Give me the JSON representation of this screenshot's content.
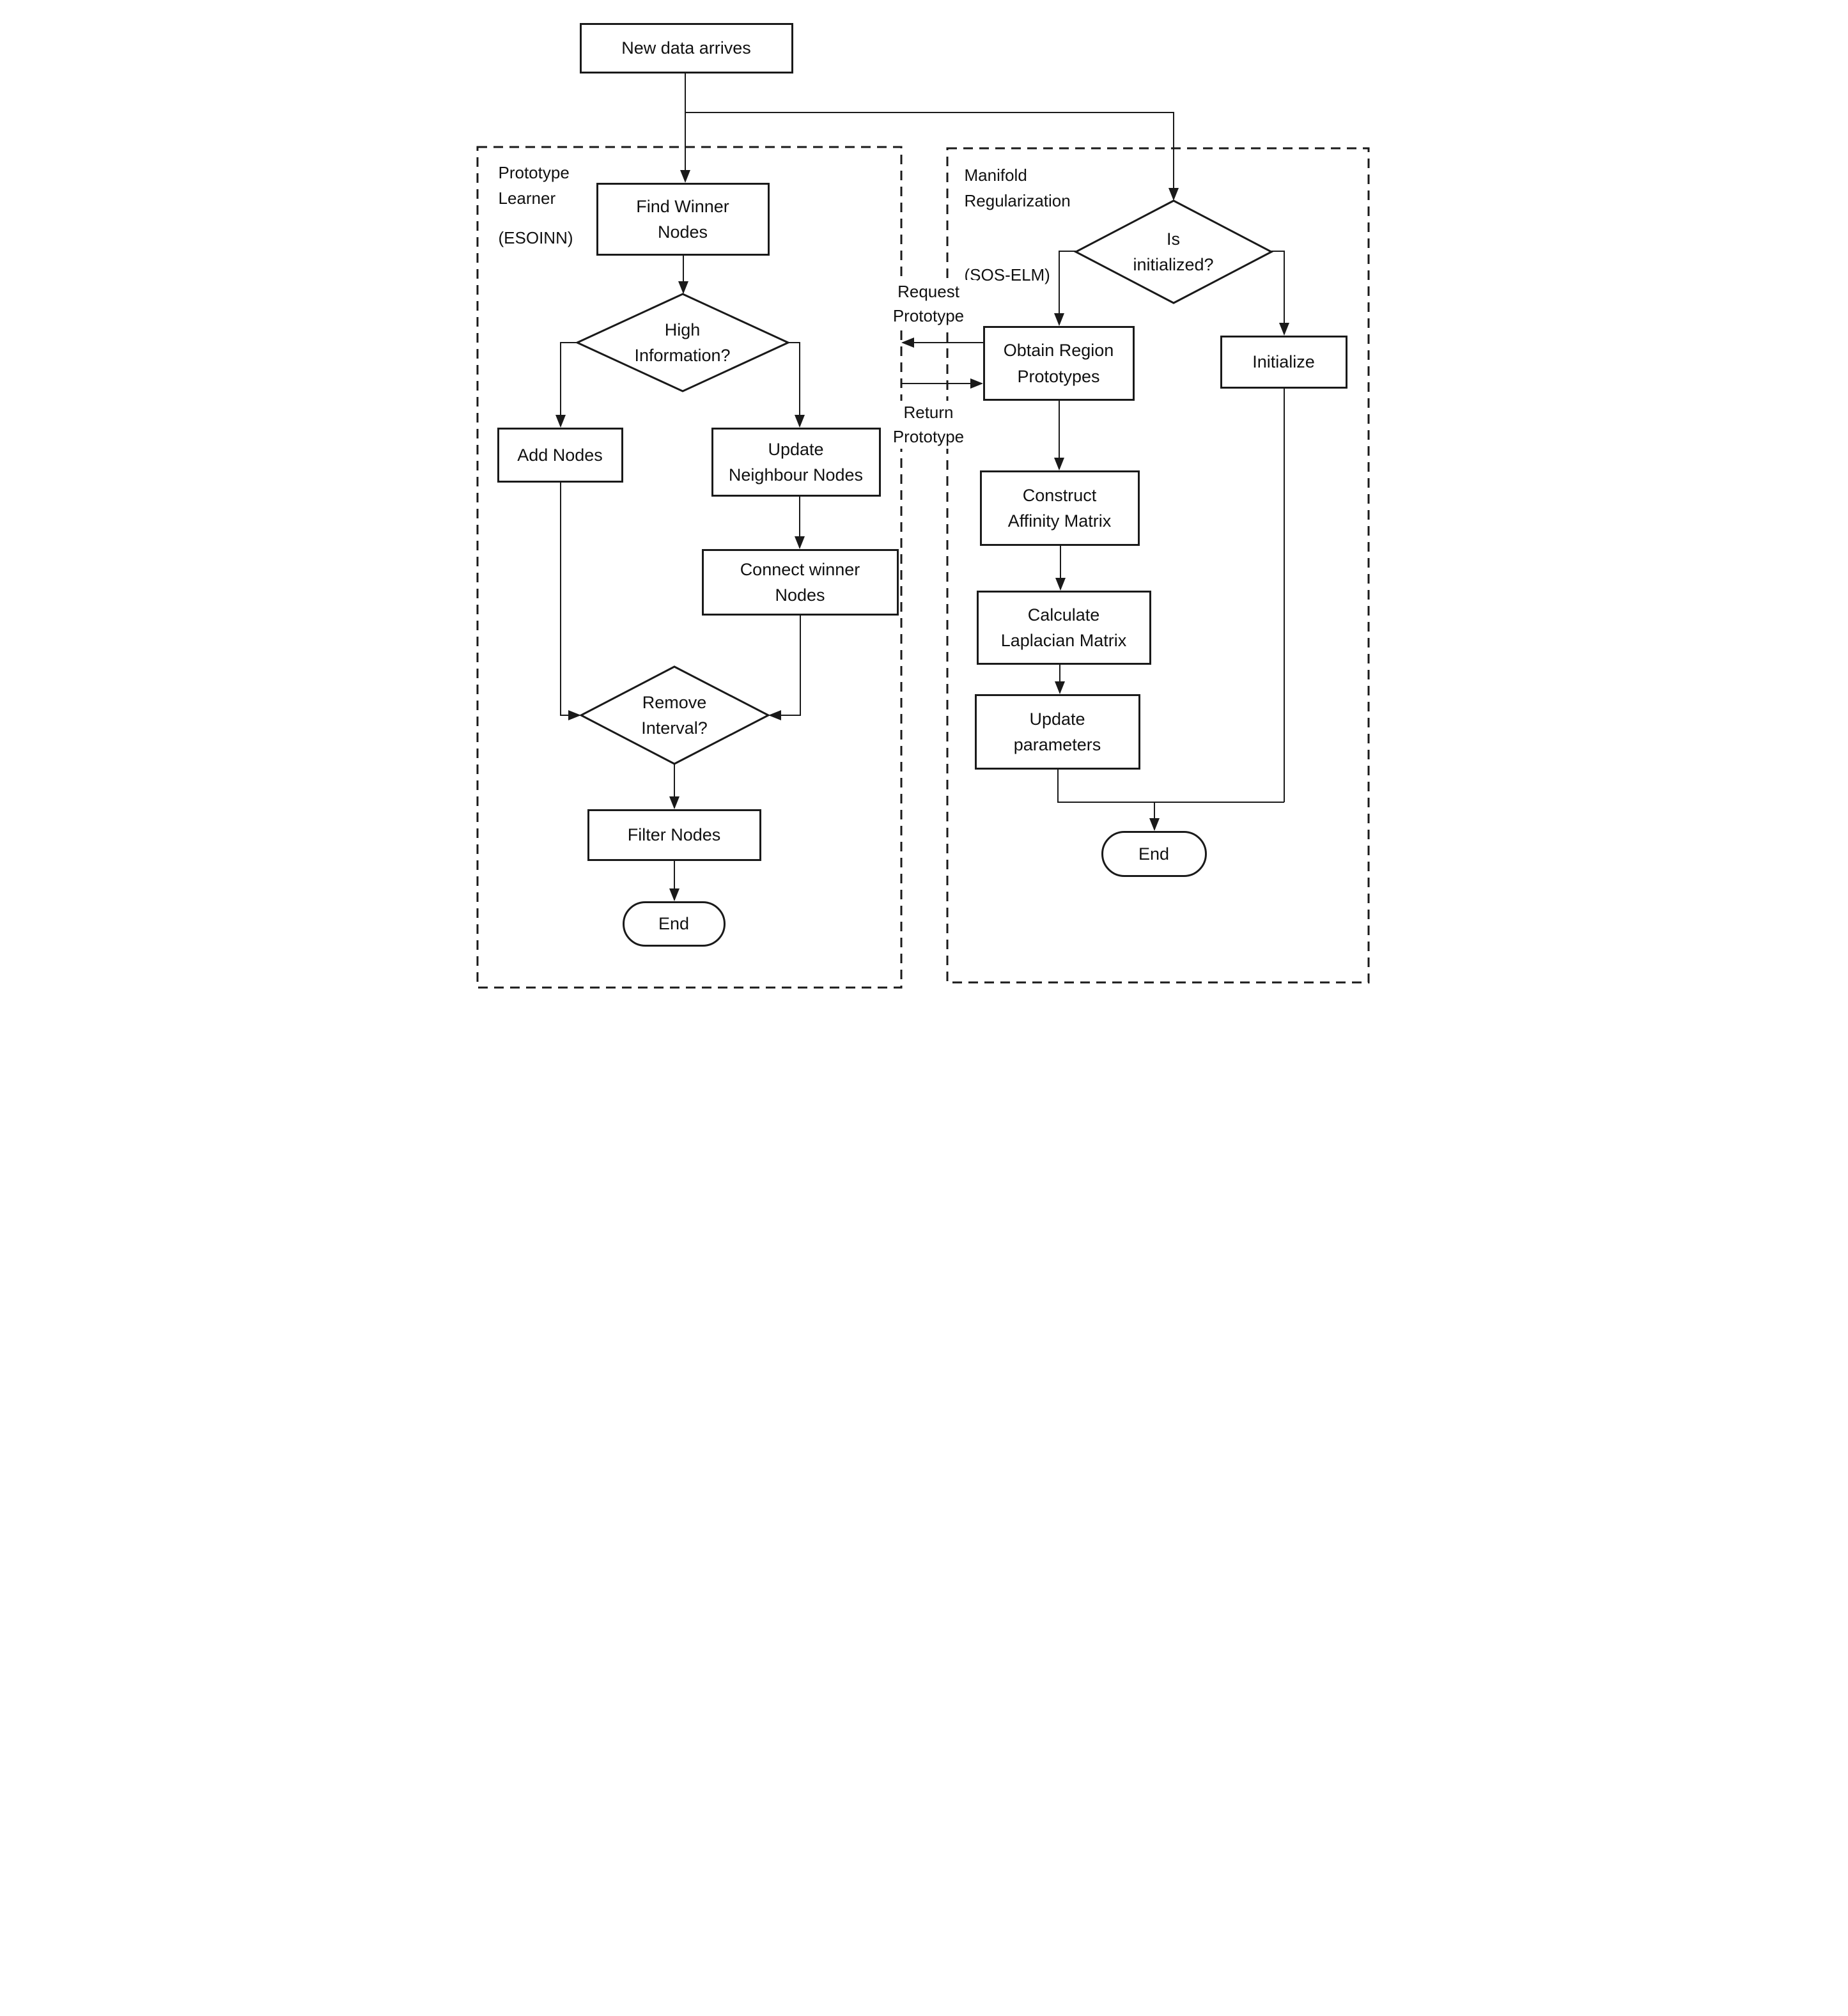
{
  "flowchart": {
    "type": "flowchart",
    "start_node": "New data arrives",
    "left_section": {
      "title": "Prototype\nLearner",
      "subtitle": "(ESOINN)",
      "nodes": {
        "find_winner": "Find Winner\nNodes",
        "high_information": "High\nInformation?",
        "add_nodes": "Add Nodes",
        "update_neighbour": "Update\nNeighbour Nodes",
        "connect_winner": "Connect winner\nNodes",
        "remove_interval": "Remove\nInterval?",
        "filter_nodes": "Filter Nodes",
        "end": "End"
      }
    },
    "right_section": {
      "title": "Manifold\nRegularization",
      "subtitle": "(SOS-ELM)",
      "nodes": {
        "is_initialized": "Is\ninitialized?",
        "obtain_region": "Obtain Region\nPrototypes",
        "initialize": "Initialize",
        "construct_affinity": "Construct\nAffinity Matrix",
        "calculate_laplacian": "Calculate\nLaplacian Matrix",
        "update_parameters": "Update\nparameters",
        "end": "End"
      }
    },
    "interface_labels": {
      "request": "Request\nPrototype",
      "return": "Return\nPrototype"
    },
    "colors": {
      "stroke": "#1a1a1a",
      "background": "#ffffff",
      "text": "#111111"
    }
  }
}
